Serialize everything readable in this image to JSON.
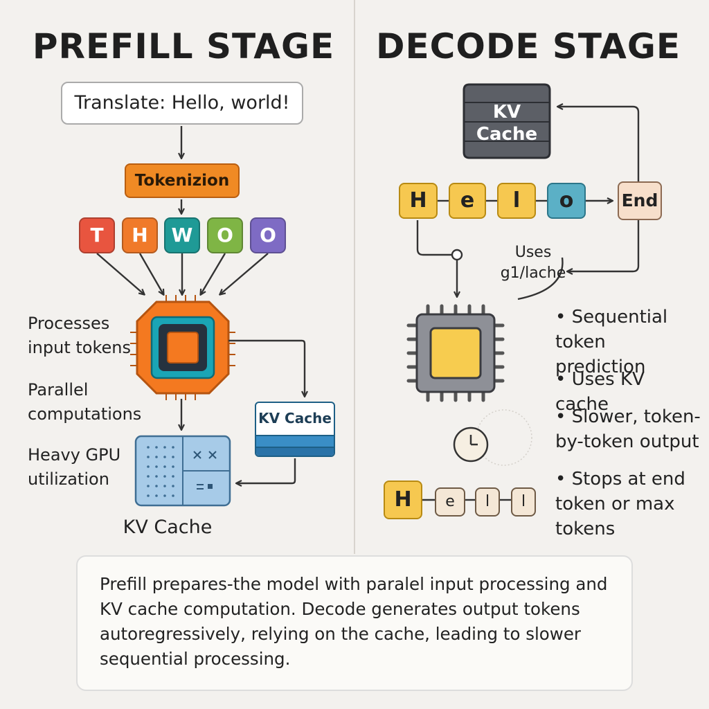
{
  "prefill": {
    "title": "PREFILL STAGE",
    "prompt": "Translate: Hello, world!",
    "tokenization_label": "Tokenizion",
    "tokens": [
      "T",
      "H",
      "W",
      "O",
      "O"
    ],
    "token_colors": [
      "#e8553f",
      "#f07a2a",
      "#1f9a96",
      "#7fb545",
      "#7e6bc4"
    ],
    "labels": [
      "Processes input tokens",
      "Parallel computations",
      "Heavy GPU utilization"
    ],
    "kv_small_label": "KV Cache",
    "kv_cache_label": "KV Cache"
  },
  "decode": {
    "title": "DECODE STAGE",
    "kv_cache_label_line1": "KV",
    "kv_cache_label_line2": "Cache",
    "sequence": [
      "H",
      "e",
      "l",
      "o"
    ],
    "end_label": "End",
    "uses_label_line1": "Uses",
    "uses_label_line2": "g1/lache",
    "output_tokens": [
      "H",
      "e",
      "l",
      "l"
    ],
    "bullets": [
      "Sequential token prediction",
      "Uses KV cache",
      "Slower, token-by-token output",
      "Stops at end token or max tokens"
    ]
  },
  "summary": "Prefill prepares-the model with paralel input processing and KV cache computation. Decode generates output tokens autoregressively, relying on the cache, leading to slower sequential processing."
}
